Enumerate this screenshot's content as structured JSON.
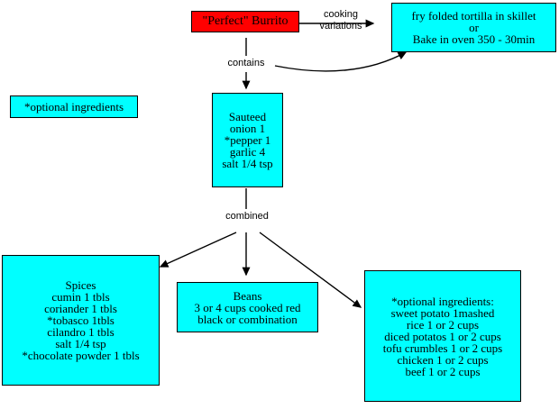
{
  "diagram": {
    "title_node": {
      "id": "perfect-burrito",
      "text": "\"Perfect\" Burrito",
      "fill": "#ff0000",
      "text_color": "#000000"
    },
    "colors": {
      "node_fill": "#00ffff",
      "accent_fill": "#ff0000",
      "stroke": "#000000",
      "background": "#ffffff",
      "text": "#000000"
    },
    "nodes": [
      {
        "id": "perfect-burrito",
        "name": "node-perfect-burrito",
        "lines": [
          "\"Perfect\" Burrito"
        ]
      },
      {
        "id": "cooking-methods",
        "name": "node-cooking-methods",
        "lines": [
          "fry folded tortilla in skillet",
          "or",
          "Bake in oven 350 - 30min"
        ]
      },
      {
        "id": "optional-legend",
        "name": "node-optional-legend",
        "lines": [
          "*optional ingredients"
        ]
      },
      {
        "id": "sauteed",
        "name": "node-sauteed",
        "lines": [
          "Sauteed",
          "onion 1",
          "*pepper 1",
          "garlic 4",
          "salt 1/4 tsp"
        ]
      },
      {
        "id": "spices",
        "name": "node-spices",
        "lines": [
          "Spices",
          "cumin 1 tbls",
          "coriander 1 tbls",
          "*tobasco 1tbls",
          "cilandro 1 tbls",
          "salt 1/4 tsp",
          "*chocolate powder 1 tbls"
        ]
      },
      {
        "id": "beans",
        "name": "node-beans",
        "lines": [
          "Beans",
          "3 or 4 cups cooked red",
          "black or combination"
        ]
      },
      {
        "id": "optional-ingredients",
        "name": "node-optional-ingredients",
        "lines": [
          "*optional ingredients:",
          "sweet potato 1mashed",
          "rice 1 or 2 cups",
          "diced potatos 1 or 2 cups",
          "tofu crumbles 1 or 2 cups",
          "chicken 1 or 2 cups",
          "beef 1 or 2 cups"
        ]
      }
    ],
    "edge_labels": [
      {
        "id": "cooking-variations",
        "name": "edge-label-cooking-variations",
        "line1": "cooking",
        "line2": "variations"
      },
      {
        "id": "contains",
        "name": "edge-label-contains",
        "line1": "contains"
      },
      {
        "id": "combined",
        "name": "edge-label-combined",
        "line1": "combined"
      }
    ]
  }
}
